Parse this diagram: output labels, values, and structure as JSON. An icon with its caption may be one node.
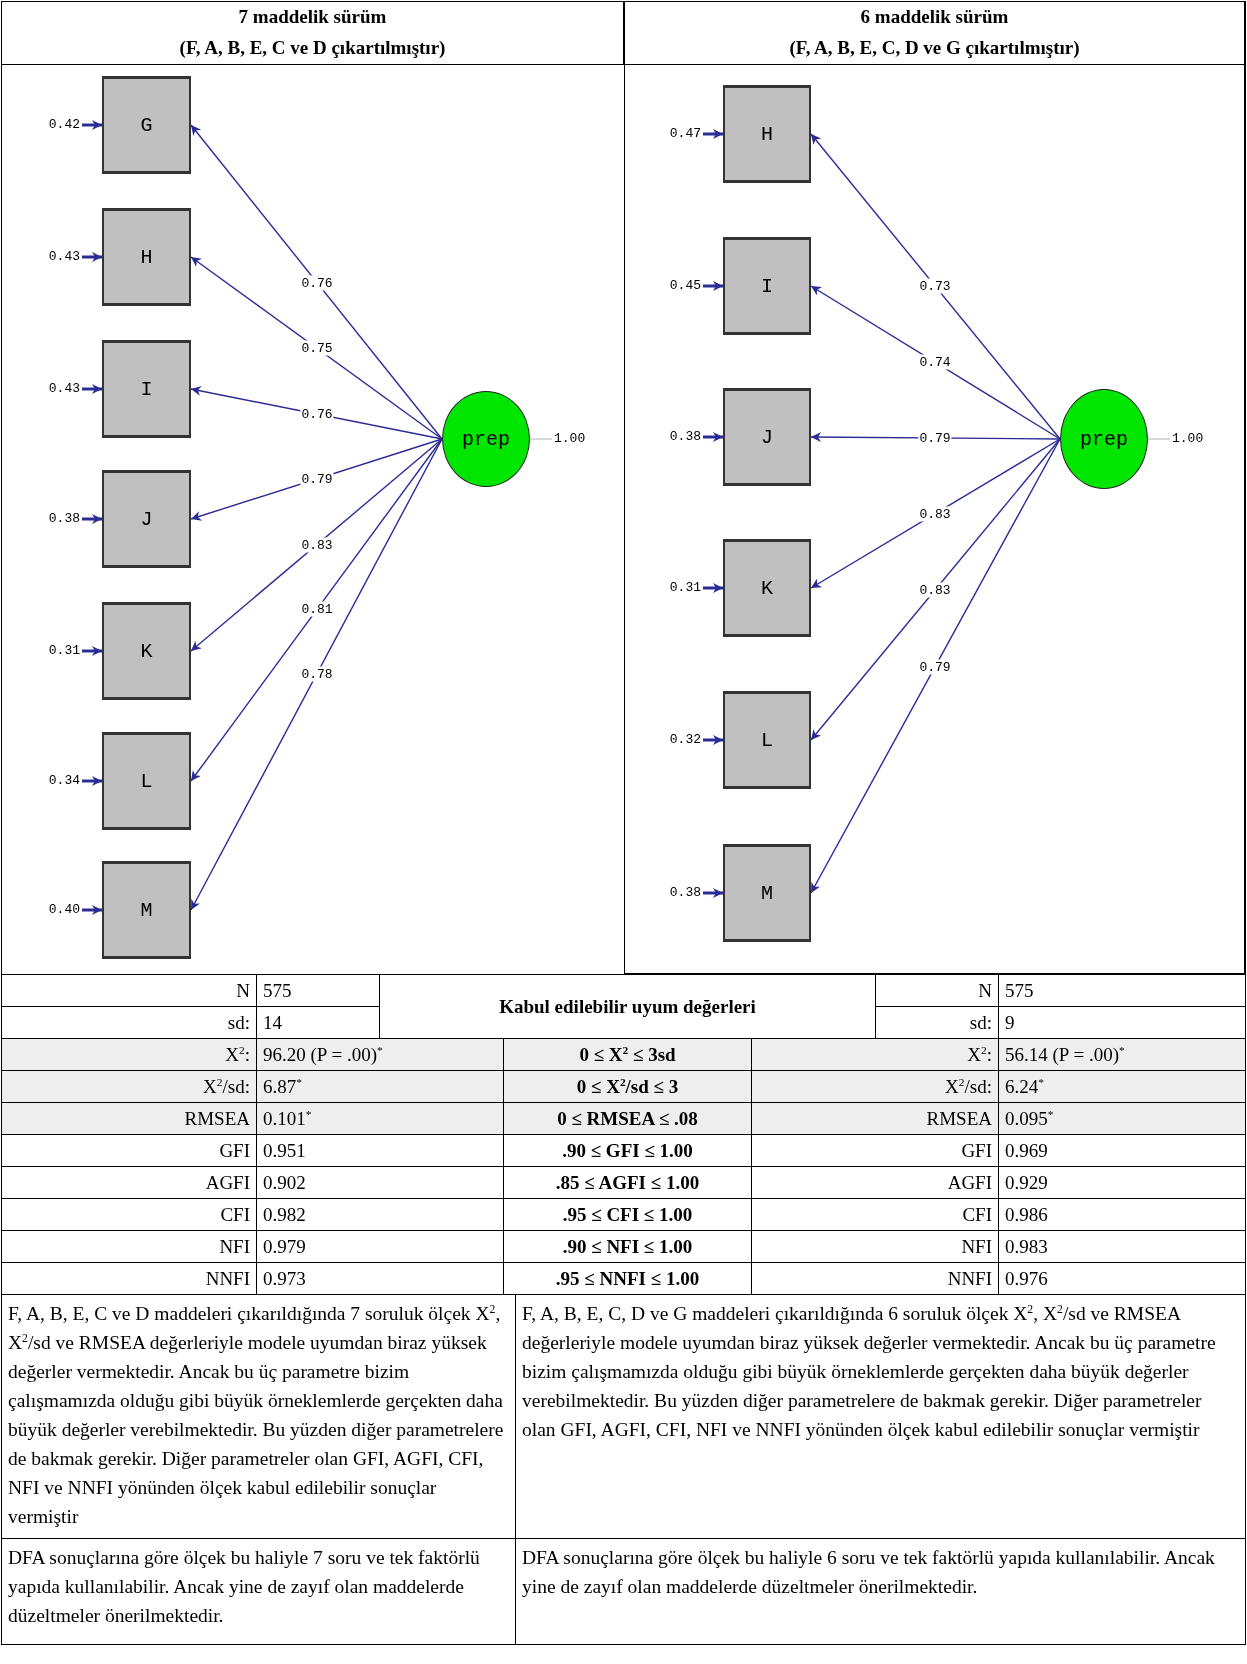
{
  "diagram": {
    "nodes": [
      {
        "text": [
          "G"
        ],
        "beside": [
          "0.42"
        ]
      },
      {
        "text": [
          "H"
        ],
        "beside": [
          "0.43"
        ]
      },
      {
        "text": [
          "I"
        ],
        "beside": [
          "0.43"
        ]
      },
      {
        "text": [
          "J"
        ],
        "beside": [
          "0.38"
        ]
      },
      {
        "text": [
          "K"
        ],
        "beside": [
          "0.31"
        ]
      },
      {
        "text": [
          "L"
        ],
        "beside": [
          "0.34"
        ]
      },
      {
        "text": [
          "M"
        ],
        "beside": [
          "0.40"
        ]
      },
      {
        "text": [
          "prep"
        ],
        "beside": [
          "1.00"
        ]
      },
      {
        "text": [
          "H"
        ],
        "beside": [
          "0.47"
        ]
      },
      {
        "text": [
          "I"
        ],
        "beside": [
          "0.45"
        ]
      },
      {
        "text": [
          "J"
        ],
        "beside": [
          "0.38"
        ]
      },
      {
        "text": [
          "K"
        ],
        "beside": [
          "0.31"
        ]
      },
      {
        "text": [
          "L"
        ],
        "beside": [
          "0.32"
        ]
      },
      {
        "text": [
          "M"
        ],
        "beside": [
          "0.38"
        ]
      },
      {
        "text": [
          "prep"
        ],
        "beside": [
          "1.00"
        ]
      }
    ],
    "edges": [
      {
        "from": null,
        "to": 0,
        "arrow": "to"
      },
      {
        "from": null,
        "to": 1,
        "arrow": "to"
      },
      {
        "from": null,
        "to": 2,
        "arrow": "to"
      },
      {
        "from": null,
        "to": 3,
        "arrow": "to"
      },
      {
        "from": null,
        "to": 4,
        "arrow": "to"
      },
      {
        "from": null,
        "to": 5,
        "arrow": "to"
      },
      {
        "from": null,
        "to": 6,
        "arrow": "to"
      },
      {
        "from": 7,
        "to": 0,
        "arrow": "to",
        "label": "0.76"
      },
      {
        "from": 7,
        "to": 1,
        "arrow": "to",
        "label": "0.75"
      },
      {
        "from": 7,
        "to": 2,
        "arrow": "to",
        "label": "0.76"
      },
      {
        "from": 7,
        "to": 3,
        "arrow": "to",
        "label": "0.79"
      },
      {
        "from": 7,
        "to": 4,
        "arrow": "to",
        "label": "0.83"
      },
      {
        "from": 7,
        "to": 5,
        "arrow": "to",
        "label": "0.81"
      },
      {
        "from": 7,
        "to": 6,
        "arrow": "to",
        "label": "0.78"
      },
      {
        "from": 7,
        "to": null,
        "arrow": "none",
        "color": "#c8c8c8"
      },
      {
        "from": null,
        "to": 8,
        "arrow": "to"
      },
      {
        "from": null,
        "to": 9,
        "arrow": "to"
      },
      {
        "from": null,
        "to": 10,
        "arrow": "to"
      },
      {
        "from": null,
        "to": 11,
        "arrow": "to"
      },
      {
        "from": null,
        "to": 12,
        "arrow": "to"
      },
      {
        "from": null,
        "to": 13,
        "arrow": "to"
      },
      {
        "from": 14,
        "to": 8,
        "arrow": "to",
        "label": "0.73"
      },
      {
        "from": 14,
        "to": 9,
        "arrow": "to",
        "label": "0.74"
      },
      {
        "from": 14,
        "to": 10,
        "arrow": "to",
        "label": "0.79"
      },
      {
        "from": 14,
        "to": 11,
        "arrow": "to",
        "label": "0.83"
      },
      {
        "from": 14,
        "to": 12,
        "arrow": "to",
        "label": "0.83"
      },
      {
        "from": 14,
        "to": 13,
        "arrow": "to",
        "label": "0.79"
      },
      {
        "from": 14,
        "to": null,
        "arrow": "none",
        "color": "#c8c8c8"
      }
    ],
    "labels": [
      "7 maddelik sürüm",
      "(F, A, B, E, C ve D çıkartılmıştır)",
      "6 maddelik sürüm",
      "(F, A, B, E, C, D ve G çıkartılmıştır)",
      "N",
      "575",
      "Kabul edilebilir uyum değerleri",
      "N",
      "575",
      "sd:",
      "14",
      "sd:",
      "9",
      "X$^{2}$:",
      "96.20 (P = .00)$^{*}$",
      "0 ≤ X$^{2}$ ≤ 3sd",
      "X$^{2}$:",
      "56.14 (P = .00)$^{*}$",
      "X$^{2}$/sd:",
      "6.87$^{*}$",
      "0 ≤ X$^{2}$/sd ≤ 3",
      "X$^{2}$/sd:",
      "6.24$^{*}$",
      "RMSEA",
      "0.101$^{*}$",
      "0 ≤ RMSEA ≤ .08",
      "RMSEA",
      "0.095$^{*}$",
      "GFI",
      "0.951",
      ".90 ≤ GFI ≤ 1.00",
      "GFI",
      "0.969",
      "AGFI",
      "0.902",
      ".85 ≤ AGFI ≤ 1.00",
      "AGFI",
      "0.929",
      "CFI",
      "0.982",
      ".95 ≤ CFI ≤ 1.00",
      "CFI",
      "0.986",
      "NFI",
      "0.979",
      ".90 ≤ NFI ≤ 1.00",
      "NFI",
      "0.983",
      "NNFI",
      "0.973",
      ".95 ≤ NNFI ≤ 1.00",
      "NNFI",
      "0.976",
      "F, A, B, E, C ve D maddeleri çıkarıldığında 7 soruluk ölçek X$^{2}$, X$^{2}$/sd ve RMSEA değerleriyle modele uyumdan biraz yüksek değerler vermektedir. Ancak bu üç parametre bizim çalışmamızda olduğu gibi büyük örneklemlerde gerçekten daha büyük değerler verebilmektedir. Bu yüzden diğer parametrelere de bakmak gerekir. Diğer parametreler olan GFI, AGFI, CFI, NFI ve NNFI yönünden ölçek kabul edilebilir sonuçlar vermiştir",
      "F, A, B, E, C, D ve G maddeleri çıkarıldığında 6 soruluk ölçek X$^{2}$, X$^{2}$/sd ve RMSEA değerleriyle modele uyumdan biraz yüksek değerler vermektedir. Ancak bu üç parametre bizim çalışmamızda olduğu gibi büyük örneklemlerde gerçekten daha büyük değerler verebilmektedir. Bu yüzden diğer parametrelere de bakmak gerekir. Diğer parametreler olan GFI, AGFI, CFI, NFI ve NNFI yönünden ölçek kabul edilebilir sonuçlar vermiştir",
      "DFA sonuçlarına göre ölçek bu haliyle 7 soru ve tek faktörlü yapıda kullanılabilir. Ancak yine de zayıf olan maddelerde düzeltmeler önerilmektedir.",
      "DFA sonuçlarına göre ölçek bu haliyle 6 soru ve tek faktörlü yapıda kullanılabilir. Ancak yine de zayıf olan maddelerde düzeltmeler önerilmektedir."
    ]
  }
}
